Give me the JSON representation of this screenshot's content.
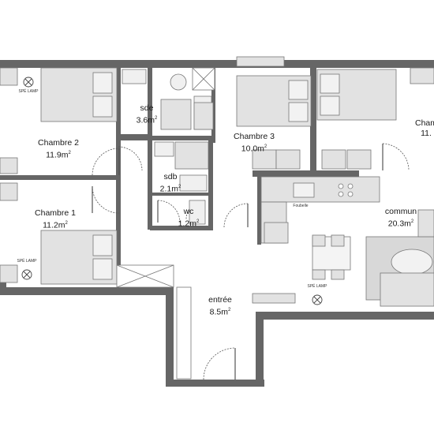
{
  "rooms": {
    "chambre2": {
      "name": "Chambre 2",
      "area": "11.9m",
      "unit_exp": "2"
    },
    "chambre1": {
      "name": "Chambre 1",
      "area": "11.2m",
      "unit_exp": "2"
    },
    "sde": {
      "name": "sde",
      "area": "3.6m",
      "unit_exp": "2"
    },
    "sdb": {
      "name": "sdb",
      "area": "2.1m",
      "unit_exp": "2"
    },
    "wc": {
      "name": "wc",
      "area": "1.2m",
      "unit_exp": "2"
    },
    "chambre3": {
      "name": "Chambre 3",
      "area": "10.0m",
      "unit_exp": "2"
    },
    "chambre4": {
      "name": "Cham",
      "area": "11."
    },
    "commun": {
      "name": "commun",
      "area": "20.3m",
      "unit_exp": "2"
    },
    "entree": {
      "name": "entrée",
      "area": "8.5m",
      "unit_exp": "2"
    }
  },
  "notes": {
    "lamp1": "SPÉ LAMP",
    "lamp2": "SPÉ LAMP",
    "lamp3": "SPÉ LAMP",
    "fourbelle": "Foubelle"
  },
  "colors": {
    "wall": "#666666",
    "furniture": "#e0e0e0",
    "line": "#555555",
    "background": "#ffffff"
  }
}
